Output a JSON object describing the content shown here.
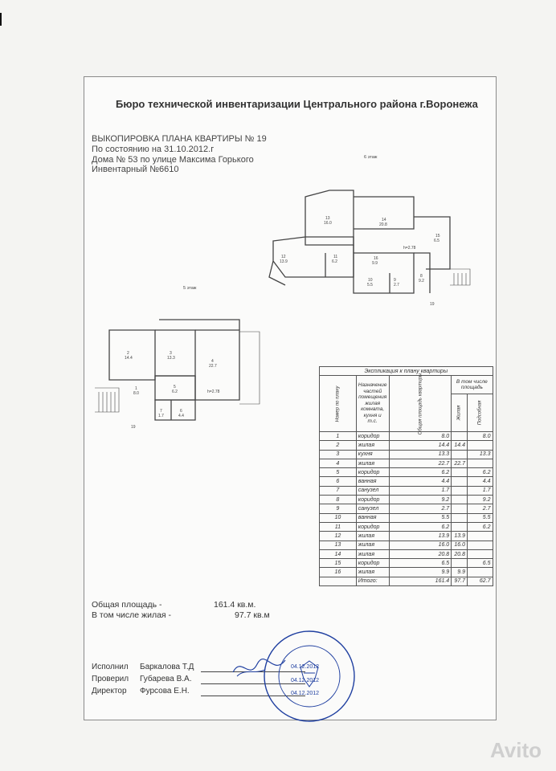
{
  "bureau_title": "Бюро технической инвентаризации Центрального  района г.Воронежа",
  "doc_header": {
    "title": "ВЫКОПИРОВКА ПЛАНА КВАРТИРЫ № 19",
    "as_of": "По состоянию на 31.10.2012.г",
    "address": "Дома №  53 по улице Максима  Горького",
    "inventory": "Инвентарный №6610"
  },
  "floor_labels": {
    "upper": "6 этаж",
    "lower": "5 этаж"
  },
  "explication": {
    "caption": "Экспликация к плану квартиры",
    "col_room_no": "Номер по плану",
    "col_purpose": "Назначение частей помещения жилая комната, кухня и т.с.",
    "col_total_area": "Общая площадь квартиры",
    "col_incl": "В том числе площадь",
    "col_living": "Жилая",
    "col_aux": "Подсобная",
    "rows": [
      {
        "no": "1",
        "name": "коридор",
        "total": "8.0",
        "living": "",
        "aux": "8.0"
      },
      {
        "no": "2",
        "name": "жилая",
        "total": "14.4",
        "living": "14.4",
        "aux": ""
      },
      {
        "no": "3",
        "name": "кухня",
        "total": "13.3",
        "living": "",
        "aux": "13.3"
      },
      {
        "no": "4",
        "name": "жилая",
        "total": "22.7",
        "living": "22.7",
        "aux": ""
      },
      {
        "no": "5",
        "name": "коридор",
        "total": "6.2",
        "living": "",
        "aux": "6.2"
      },
      {
        "no": "6",
        "name": "ванная",
        "total": "4.4",
        "living": "",
        "aux": "4.4"
      },
      {
        "no": "7",
        "name": "санузел",
        "total": "1.7",
        "living": "",
        "aux": "1.7"
      },
      {
        "no": "8",
        "name": "коридор",
        "total": "9.2",
        "living": "",
        "aux": "9.2"
      },
      {
        "no": "9",
        "name": "санузел",
        "total": "2.7",
        "living": "",
        "aux": "2.7"
      },
      {
        "no": "10",
        "name": "ванная",
        "total": "5.5",
        "living": "",
        "aux": "5.5"
      },
      {
        "no": "11",
        "name": "коридор",
        "total": "6.2",
        "living": "",
        "aux": "6.2"
      },
      {
        "no": "12",
        "name": "жилая",
        "total": "13.9",
        "living": "13.9",
        "aux": ""
      },
      {
        "no": "13",
        "name": "жилая",
        "total": "16.0",
        "living": "16.0",
        "aux": ""
      },
      {
        "no": "14",
        "name": "жилая",
        "total": "20.8",
        "living": "20.8",
        "aux": ""
      },
      {
        "no": "15",
        "name": "коридор",
        "total": "6.5",
        "living": "",
        "aux": "6.5"
      },
      {
        "no": "16",
        "name": "жилая",
        "total": "9.9",
        "living": "9.9",
        "aux": ""
      }
    ],
    "totals": {
      "label": "Итого:",
      "total": "161.4",
      "living": "97.7",
      "aux": "62.7"
    }
  },
  "summary": {
    "total_label": "Общая площадь -",
    "total_value": "161.4 кв.м.",
    "living_label": "В том числе жилая -",
    "living_value": "97.7 кв.м"
  },
  "signatures": [
    {
      "role": "Исполнил",
      "name": "Баркалова  Т.Д"
    },
    {
      "role": "Проверил",
      "name": "Губарева  В.А."
    },
    {
      "role": "Директор",
      "name": "Фурсова  Е.Н."
    }
  ],
  "stamp": {
    "date": "04.12.2012"
  },
  "watermark": "Avito",
  "colors": {
    "ink": "#333333",
    "paper": "#fbfbfa",
    "background": "#f4f4f2",
    "stamp_blue": "#1f3fa0"
  }
}
